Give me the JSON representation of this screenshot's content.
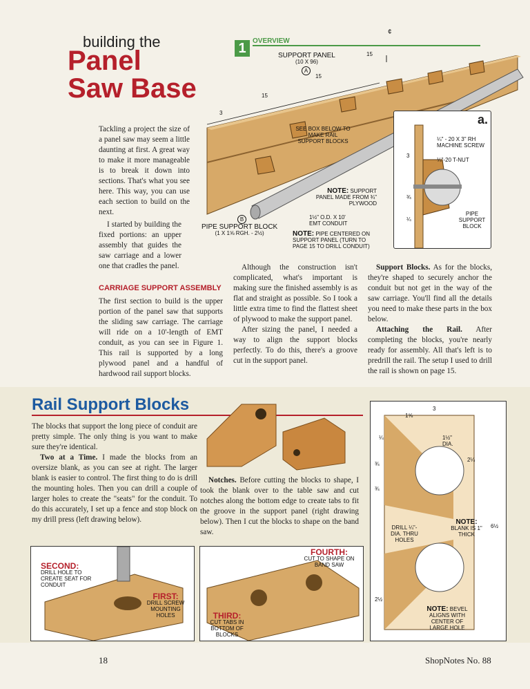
{
  "header": {
    "title_small": "building the",
    "title_big_line1": "Panel",
    "title_big_line2": "Saw Base"
  },
  "figure1": {
    "number": "1",
    "label": "OVERVIEW",
    "support_panel": "SUPPORT PANEL",
    "support_panel_dims": "(10 x 96)",
    "callout_a": "A",
    "callout_b": "B",
    "dim_15a": "15",
    "dim_15b": "15",
    "dim_15c": "15",
    "dim_3": "3",
    "centerline": "¢",
    "see_box": "SEE BOX BELOW TO MAKE RAIL SUPPORT BLOCKS",
    "note_label": "NOTE:",
    "note_text": "SUPPORT PANEL MADE FROM ¾\" PLYWOOD",
    "conduit": "1½\" O.D. x 10' EMT CONDUIT",
    "pipe_block": "PIPE SUPPORT BLOCK",
    "pipe_block_dims": "(1 x 1⅝ rgh. - 2½)",
    "note2_label": "NOTE:",
    "note2_text": "PIPE CENTERED ON SUPPORT PANEL (TURN TO PAGE 15 TO DRILL CONDUIT)"
  },
  "detail_a": {
    "label": "a.",
    "screw": "¼\" - 20 x 3\" Rh MACHINE SCREW",
    "tnut": "¼\"-20 T-NUT",
    "pipe_block": "PIPE SUPPORT BLOCK",
    "dim_3": "3",
    "dim_34": "¾",
    "dim_14": "¼"
  },
  "intro": {
    "p1": "Tackling a project the size of a panel saw may seem a little daunting at first. A great way to make it more manageable is to break it down into sections. That's what you see here. This way, you can use each section to build on the next.",
    "p2": "I started by building the fixed portions: an upper assembly that guides the saw carriage and a lower one that cradles the panel."
  },
  "carriage": {
    "heading": "CARRIAGE SUPPORT ASSEMBLY",
    "p1": "The first section to build is the upper portion of the panel saw that supports the sliding saw carriage. The carriage will ride on a 10'-length of EMT conduit, as you can see in Figure 1. This rail is supported by a long plywood panel and a handful of hardwood rail support blocks."
  },
  "col2": {
    "p1": "Although the construction isn't complicated, what's important is making sure the finished assembly is as flat and straight as possible. So I took a little extra time to find the flattest sheet of plywood to make the support panel.",
    "p2": "After sizing the panel, I needed a way to align the support blocks perfectly. To do this, there's a groove cut in the support panel."
  },
  "col3": {
    "h1": "Support Blocks.",
    "p1": "As for the blocks, they're shaped to securely anchor the conduit but not get in the way of the saw carriage. You'll find all the details you need to make these parts in the box below.",
    "h2": "Attaching the Rail.",
    "p2": "After completing the blocks, you're nearly ready for assembly. All that's left is to predrill the rail. The setup I used to drill the rail is shown on page 15."
  },
  "rail_box": {
    "title": "Rail Support Blocks",
    "p1": "The blocks that support the long piece of conduit are pretty simple. The only thing is you want to make sure they're identical.",
    "h2": "Two at a Time.",
    "p2": "I made the blocks from an oversize blank, as you can see at right. The larger blank is easier to control. The first thing to do is drill the mounting holes. Then you can drill a couple of larger holes to create the \"seats\" for the conduit. To do this accurately, I set up a fence and stop block on my drill press (left drawing below).",
    "h3": "Notches.",
    "p3": "Before cutting the blocks to shape, I took the blank over to the table saw and cut notches along the bottom edge to create tabs to fit the groove in the support panel (right drawing below). Then I cut the blocks to shape on the band saw."
  },
  "drawing_left": {
    "second_label": "SECOND:",
    "second_text": "DRILL HOLE TO CREATE SEAT FOR CONDUIT",
    "first_label": "FIRST:",
    "first_text": "DRILL SCREW MOUNTING HOLES"
  },
  "drawing_mid": {
    "fourth_label": "FOURTH:",
    "fourth_text": "CUT TO SHAPE ON BAND SAW",
    "third_label": "THIRD:",
    "third_text": "CUT TABS IN BOTTOM OF BLOCKS"
  },
  "drawing_right": {
    "dim_3": "3",
    "dim_158": "1⅝",
    "dim_14": "¼",
    "dim_34a": "¾",
    "dim_34b": "¾",
    "dim_112": "1½\" DIA.",
    "dim_214": "2¼",
    "dim_612": "6½",
    "dim_212": "2½",
    "drill": "DRILL ¼\"-DIA. THRU HOLES",
    "note_label": "NOTE:",
    "note_text": "BLANK IS 1\" THICK",
    "note2_label": "NOTE:",
    "note2_text": "BEVEL ALIGNS WITH CENTER OF LARGE HOLE"
  },
  "footer": {
    "page": "18",
    "mag": "ShopNotes No. 88"
  }
}
